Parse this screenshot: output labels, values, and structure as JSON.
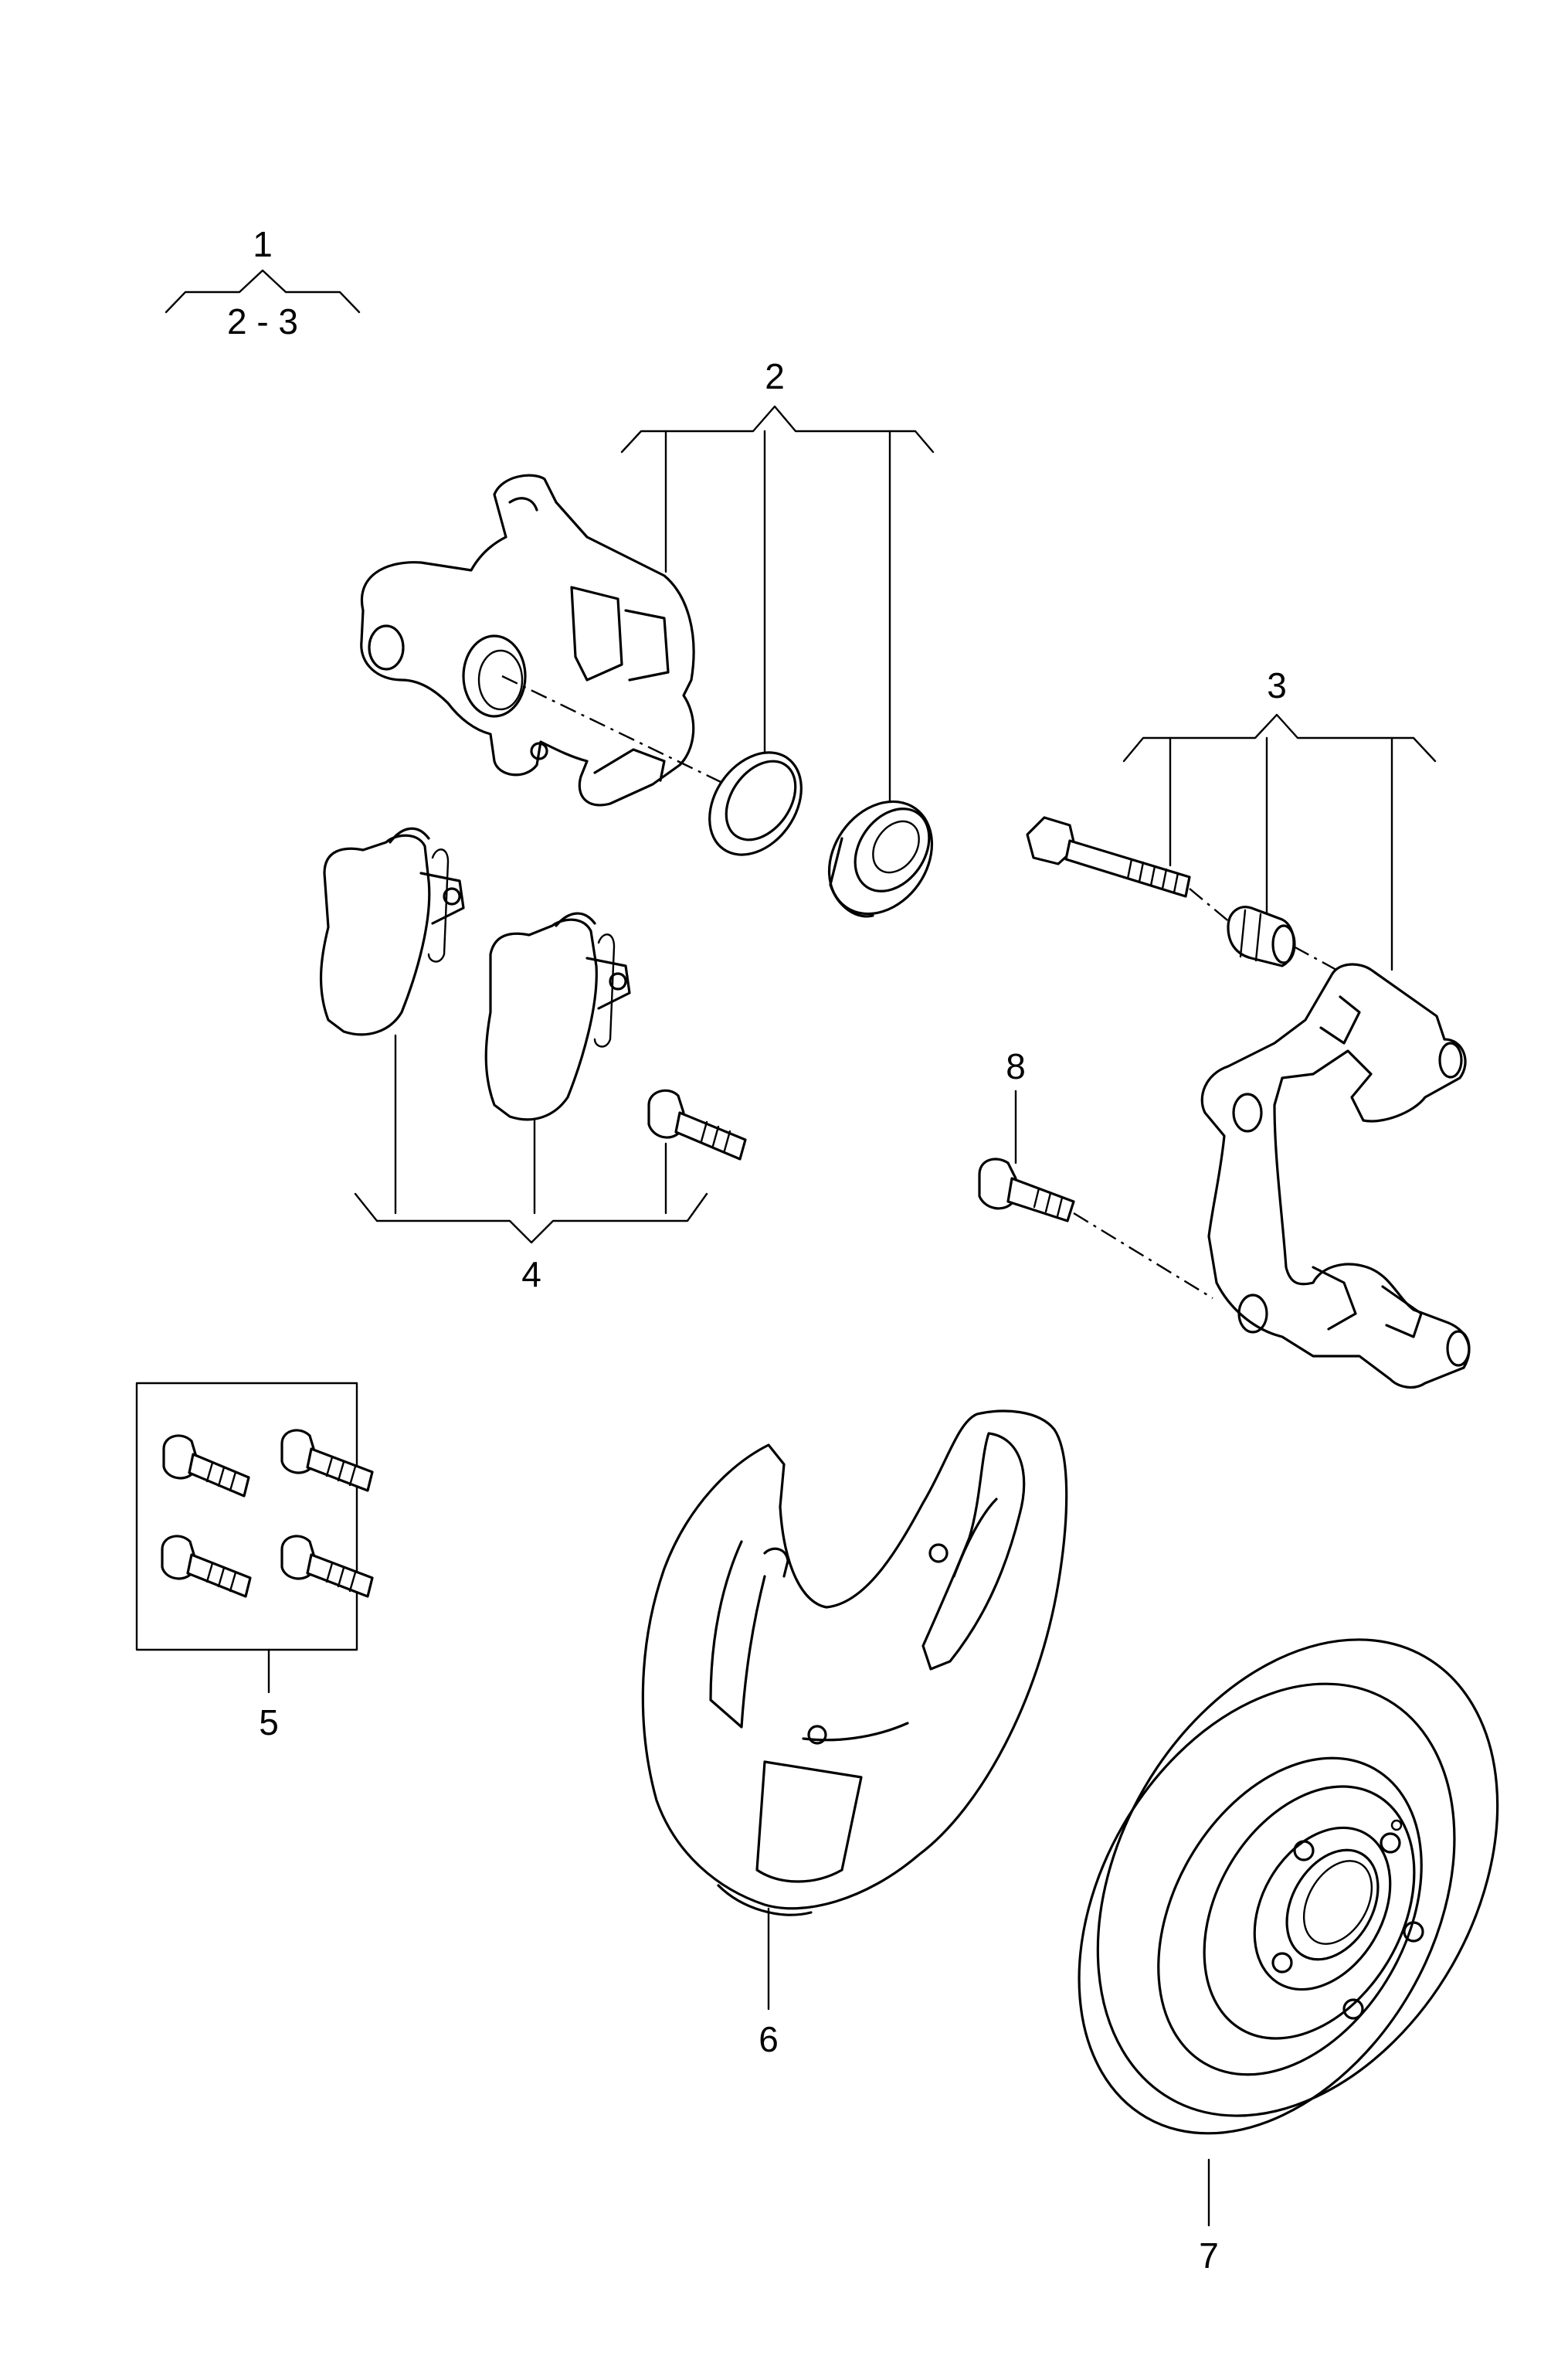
{
  "header": {
    "group_number": "1",
    "group_range": "2 - 3"
  },
  "callouts": {
    "caliper_kit": "2",
    "carrier_kit": "3",
    "pad_kit": "4",
    "bolt_kit": "5",
    "splash_shield": "6",
    "brake_disc": "7",
    "carrier_bolt": "8"
  }
}
